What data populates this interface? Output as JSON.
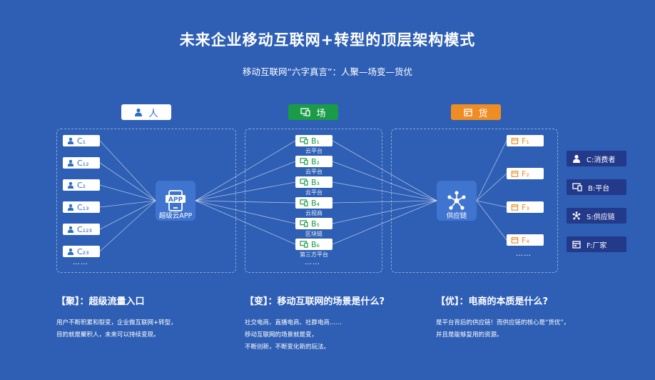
{
  "title": "未来企业移动互联网+转型的顶层架构模式",
  "subtitle": "移动互联网“六字真言”：人聚—场变—货优",
  "headers": {
    "ren": "人",
    "chang": "场",
    "huo": "货"
  },
  "left_nodes": [
    "C₁",
    "C₁₂",
    "C₂",
    "C₁₃",
    "C₁₂₃",
    "C₂₃"
  ],
  "left_hub": "超级云APP",
  "app_badge": "APP",
  "middle_nodes": [
    {
      "label": "B₁",
      "sub": "云平台"
    },
    {
      "label": "B₂",
      "sub": "云平台"
    },
    {
      "label": "B₃",
      "sub": "云平台"
    },
    {
      "label": "B₄",
      "sub": "云视商"
    },
    {
      "label": "B₅",
      "sub": "区块链"
    },
    {
      "label": "B₆",
      "sub": "第三方平台"
    }
  ],
  "right_hub": "供应链",
  "right_nodes": [
    "F₁",
    "F₂",
    "F₃",
    "F₄"
  ],
  "ellipsis": "……",
  "legend": [
    {
      "icon": "person-icon",
      "label": "C:消费者"
    },
    {
      "icon": "monitor-icon",
      "label": "B:平台"
    },
    {
      "icon": "network-icon",
      "label": "S:供应链"
    },
    {
      "icon": "factory-icon",
      "label": "F:厂家"
    }
  ],
  "sections": [
    {
      "heading": "【聚】：超级流量入口",
      "lines": [
        "用户不断积累和裂变，企业做互联网+转型，",
        "目的就是聚积人，未来可以持续变现。"
      ]
    },
    {
      "heading": "【变】：移动互联网的场景是什么?",
      "lines": [
        "社交电商、直播电商、社群电商……",
        "移动互联网的场景就是变，",
        "不断创新，不断变化新的玩法。"
      ]
    },
    {
      "heading": "【优】：电商的本质是什么?",
      "lines": [
        "是平台背后的供应链！而供应链的核心是“货优”，",
        "并且是能够复用的资源。"
      ]
    }
  ],
  "colors": {
    "background": "#2e5fb4",
    "consumer": "#2d6fc4",
    "platform": "#1a9b47",
    "factory": "#ee8d24",
    "legend_bg": "#23398a"
  }
}
